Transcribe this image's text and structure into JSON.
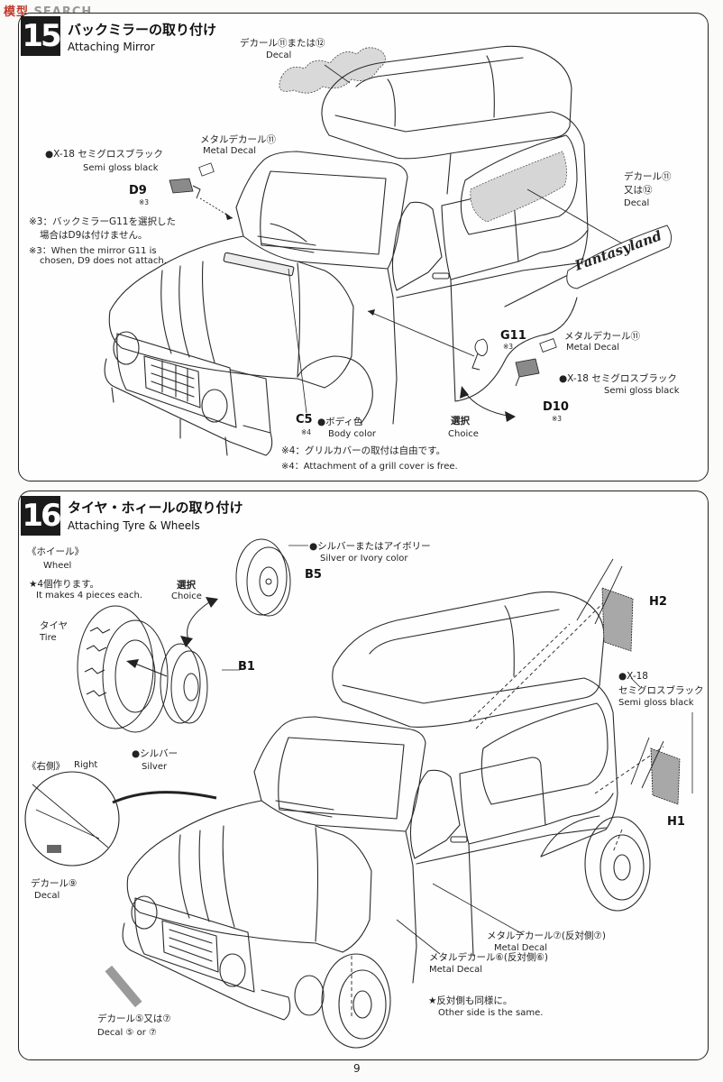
{
  "watermark": {
    "part1": "模型",
    "part2": "SEARCH"
  },
  "page_number": "9",
  "step15": {
    "number": "15",
    "title_jp": "バックミラーの取り付け",
    "title_en": "Attaching Mirror",
    "decal_roof_jp": "デカール⑪または⑫",
    "decal_roof_en": "Decal",
    "x18_jp": "●X-18 セミグロスブラック",
    "x18_en": "Semi gloss black",
    "metal_decal_jp": "メタルデカール⑪",
    "metal_decal_en": "Metal Decal",
    "d9": "D9",
    "d9_note": "※3",
    "note3_jp_1": "※3：バックミラーG11を選択した",
    "note3_jp_2": "場合はD9は付けません。",
    "note3_en_1": "※3：When the mirror G11 is",
    "note3_en_2": "chosen, D9 does not attach.",
    "decal_side_jp_1": "デカール⑪",
    "decal_side_jp_2": "又は⑫",
    "decal_side_en": "Decal",
    "fantasyland": "Fantasyland",
    "g11": "G11",
    "g11_note": "※3",
    "metal_decal2_jp": "メタルデカール⑪",
    "metal_decal2_en": "Metal Decal",
    "x18b_jp": "●X-18 セミグロスブラック",
    "x18b_en": "Semi gloss black",
    "d10": "D10",
    "d10_note": "※3",
    "choice_jp": "選択",
    "choice_en": "Choice",
    "c5": "C5",
    "c5_note": "※4",
    "body_color_jp": "●ボディ色",
    "body_color_en": "Body color",
    "note4_jp": "※4：グリルカバーの取付は自由です。",
    "note4_en": "※4：Attachment of a grill cover is free."
  },
  "step16": {
    "number": "16",
    "title_jp": "タイヤ・ホィールの取り付け",
    "title_en": "Attaching Tyre & Wheels",
    "wheel_jp": "《ホイール》",
    "wheel_en": "Wheel",
    "make4_jp": "★4個作ります。",
    "make4_en": "It makes 4 pieces each.",
    "silver_ivory_jp": "●シルバーまたはアイボリー",
    "silver_ivory_en": "Silver or Ivory color",
    "b5": "B5",
    "choice_jp": "選択",
    "choice_en": "Choice",
    "tyre_jp": "タイヤ",
    "tyre_en": "Tire",
    "b1": "B1",
    "silver_jp": "●シルバー",
    "silver_en": "Silver",
    "right_jp": "《右側》",
    "right_en": "Right",
    "decal9_jp": "デカール⑨",
    "decal9_en": "Decal",
    "h2": "H2",
    "x18_jp_1": "●X-18",
    "x18_jp_2": "セミグロスブラック",
    "x18_en": "Semi gloss black",
    "h1": "H1",
    "metal7_jp": "メタルデカール⑦(反対側⑦)",
    "metal7_en": "Metal Decal",
    "metal6_jp": "メタルデカール⑥(反対側⑥)",
    "metal6_en": "Metal Decal",
    "decal57_jp": "デカール⑤又は⑦",
    "decal57_en": "Decal ⑤ or ⑦",
    "other_side_jp": "★反対側も同様に。",
    "other_side_en": "Other side is the same."
  }
}
